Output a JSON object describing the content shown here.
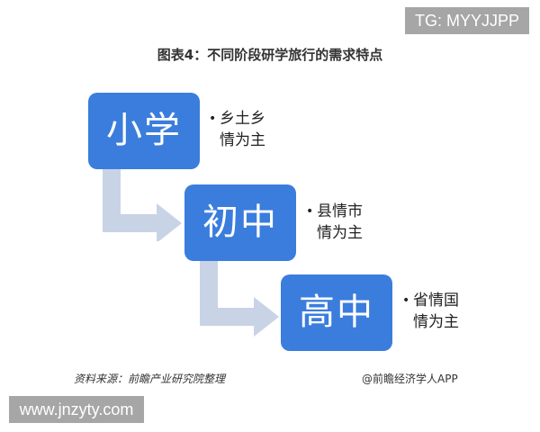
{
  "title": "图表4：不同阶段研学旅行的需求特点",
  "watermarks": {
    "top_right": "TG: MYYJJPP",
    "bottom_left": "www.jnzyty.com"
  },
  "stages": [
    {
      "label": "小学",
      "desc_line1": "乡土乡",
      "desc_line2": "情为主"
    },
    {
      "label": "初中",
      "desc_line1": "县情市",
      "desc_line2": "情为主"
    },
    {
      "label": "高中",
      "desc_line1": "省情国",
      "desc_line2": "情为主"
    }
  ],
  "bullet": "•",
  "footer": {
    "source": "资料来源：前瞻产业研究院整理",
    "credit": "@前瞻经济学人APP"
  },
  "colors": {
    "box": "#3b7ddd",
    "arrow": "#c9d3e6",
    "watermark_bg": "#a6a6a6"
  }
}
